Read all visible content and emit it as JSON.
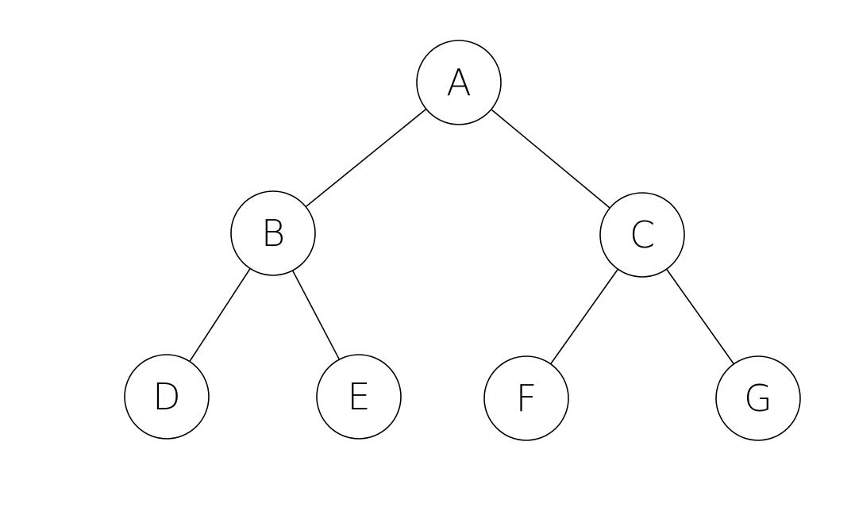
{
  "diagram": {
    "type": "binary-tree",
    "root": "A",
    "nodes": [
      {
        "id": "A",
        "label": "A"
      },
      {
        "id": "B",
        "label": "B"
      },
      {
        "id": "C",
        "label": "C"
      },
      {
        "id": "D",
        "label": "D"
      },
      {
        "id": "E",
        "label": "E"
      },
      {
        "id": "F",
        "label": "F"
      },
      {
        "id": "G",
        "label": "G"
      }
    ],
    "edges": [
      {
        "from": "A",
        "to": "B"
      },
      {
        "from": "A",
        "to": "C"
      },
      {
        "from": "B",
        "to": "D"
      },
      {
        "from": "B",
        "to": "E"
      },
      {
        "from": "C",
        "to": "F"
      },
      {
        "from": "C",
        "to": "G"
      }
    ]
  }
}
